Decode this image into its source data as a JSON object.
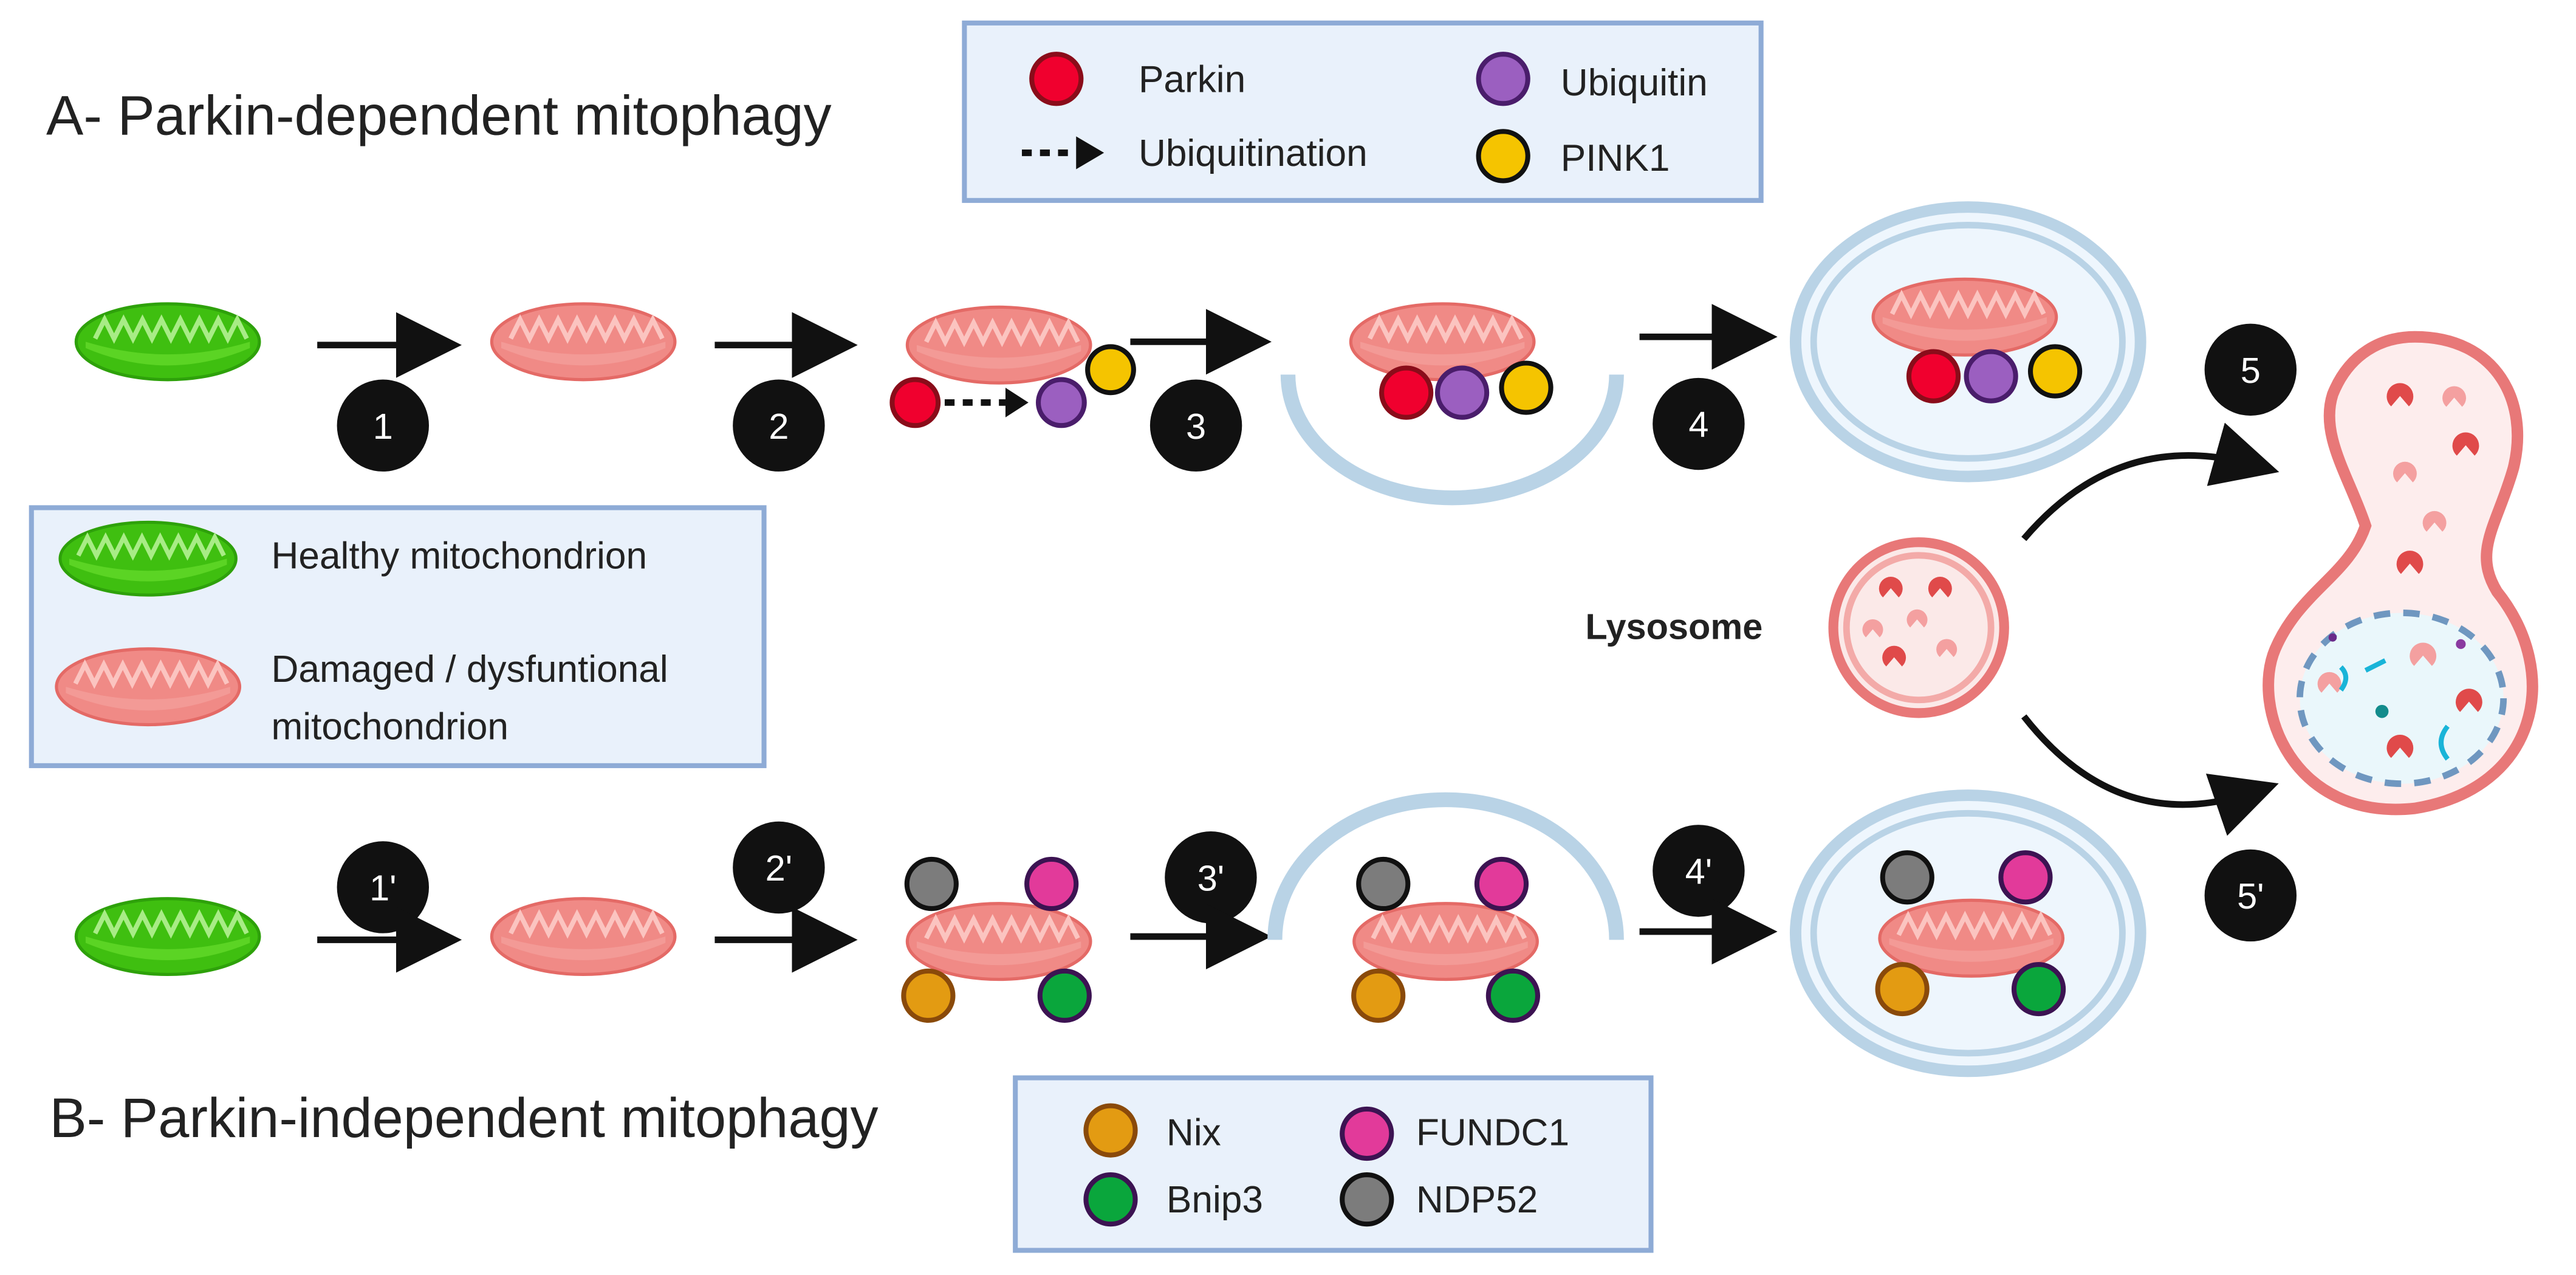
{
  "titles": {
    "a": "A- Parkin-dependent mitophagy",
    "b": "B- Parkin-independent mitophagy"
  },
  "legend_top": {
    "items": [
      {
        "label": "Parkin",
        "icon": "parkin-circle",
        "fill": "#f0002e",
        "stroke": "#8a0c1a"
      },
      {
        "label": "Ubiquitin",
        "icon": "ubiquitin-circle",
        "fill": "#9b5fc0",
        "stroke": "#4a1d6b"
      },
      {
        "label": "Ubiquitination",
        "icon": "dashed-arrow"
      },
      {
        "label": "PINK1",
        "icon": "pink1-circle",
        "fill": "#f5c400",
        "stroke": "#111111"
      }
    ]
  },
  "legend_left": {
    "items": [
      {
        "label": "Healthy mitochondrion",
        "icon": "healthy-mitochondrion"
      },
      {
        "label_line1": "Damaged / dysfuntional",
        "label_line2": "mitochondrion",
        "icon": "damaged-mitochondrion"
      }
    ]
  },
  "legend_bottom": {
    "items": [
      {
        "label": "Nix",
        "icon": "nix-circle",
        "fill": "#e39b12",
        "stroke": "#8a4a0a"
      },
      {
        "label": "FUNDC1",
        "icon": "fundc1-circle",
        "fill": "#e23a9a",
        "stroke": "#3c1352"
      },
      {
        "label": "Bnip3",
        "icon": "bnip3-circle",
        "fill": "#0aa63c",
        "stroke": "#3c1352"
      },
      {
        "label": "NDP52",
        "icon": "ndp52-circle",
        "fill": "#7c7c7c",
        "stroke": "#111111"
      }
    ]
  },
  "steps_a": [
    "1",
    "2",
    "3",
    "4",
    "5"
  ],
  "steps_b": [
    "1'",
    "2'",
    "3'",
    "4'",
    "5'"
  ],
  "lysosome_label": "Lysosome",
  "colors": {
    "healthy": "#4cc41a",
    "damaged": "#f07b78",
    "legend_bg": "#e9f1fb",
    "legend_border": "#8eabd6",
    "membrane": "#b9d3e6",
    "lysosome": "#e87878"
  }
}
